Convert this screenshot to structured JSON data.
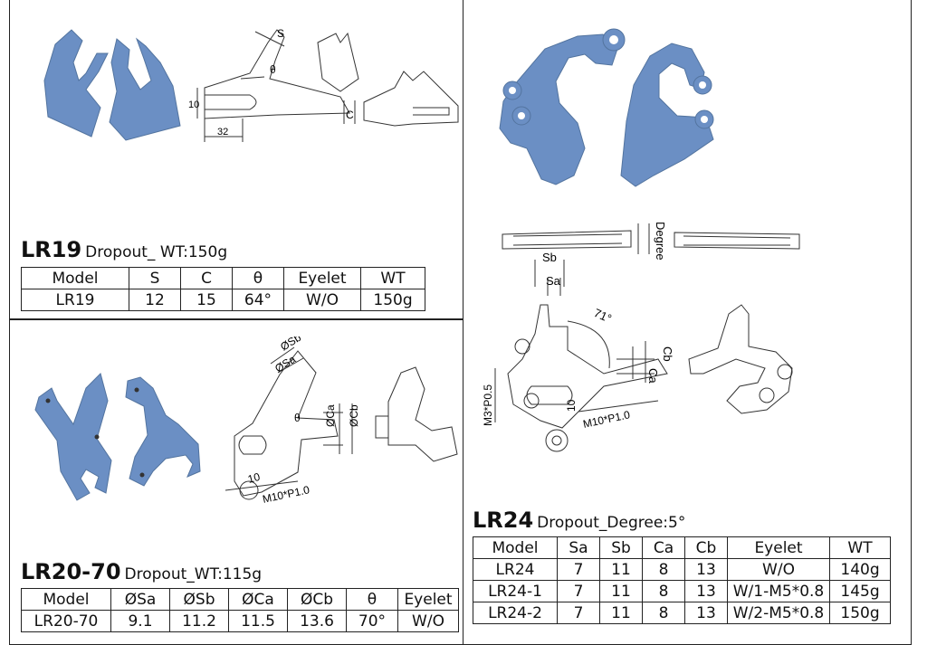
{
  "colors": {
    "part": "#6b8fc4",
    "part_shade": "#53749f",
    "line": "#333333",
    "border": "#222222"
  },
  "lr19": {
    "code": "LR19",
    "desc": "Dropout_ WT:150g",
    "headers": [
      "Model",
      "S",
      "C",
      "θ",
      "Eyelet",
      "WT"
    ],
    "rows": [
      [
        "LR19",
        "12",
        "15",
        "64°",
        "W/O",
        "150g"
      ]
    ],
    "drawing_labels": {
      "s": "S",
      "theta": "θ",
      "c": "C",
      "dim10": "10",
      "dim32": "32"
    }
  },
  "lr20": {
    "code": "LR20-70",
    "desc": "Dropout_WT:115g",
    "headers": [
      "Model",
      "ØSa",
      "ØSb",
      "ØCa",
      "ØCb",
      "θ",
      "Eyelet"
    ],
    "rows": [
      [
        "LR20-70",
        "9.1",
        "11.2",
        "11.5",
        "13.6",
        "70°",
        "W/O"
      ]
    ],
    "drawing_labels": {
      "osb": "ØSb",
      "osa": "ØSa",
      "theta": "θ",
      "oca": "ØCa",
      "ocb": "ØCb",
      "dim10": "10",
      "thread": "M10*P1.0"
    }
  },
  "lr24": {
    "code": "LR24",
    "desc": "Dropout_Degree:5°",
    "headers": [
      "Model",
      "Sa",
      "Sb",
      "Ca",
      "Cb",
      "Eyelet",
      "WT"
    ],
    "rows": [
      [
        "LR24",
        "7",
        "11",
        "8",
        "13",
        "W/O",
        "140g"
      ],
      [
        "LR24-1",
        "7",
        "11",
        "8",
        "13",
        "W/1-M5*0.8",
        "145g"
      ],
      [
        "LR24-2",
        "7",
        "11",
        "8",
        "13",
        "W/2-M5*0.8",
        "150g"
      ]
    ],
    "drawing_labels": {
      "degree": "Degree",
      "sb": "Sb",
      "sa": "Sa",
      "angle": "71°",
      "ca": "Ca",
      "cb": "Cb",
      "m3": "M3*P0.5",
      "dim10": "10",
      "thread": "M10*P1.0"
    }
  }
}
